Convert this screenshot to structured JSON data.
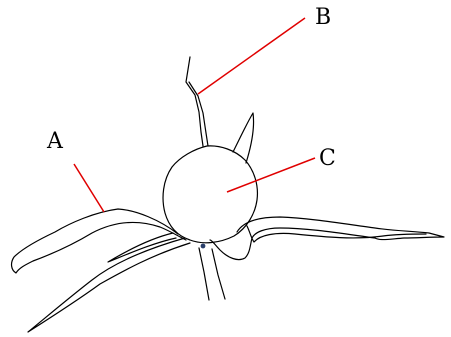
{
  "diagram": {
    "labels": [
      {
        "id": "A",
        "text": "A"
      },
      {
        "id": "B",
        "text": "B"
      },
      {
        "id": "C",
        "text": "C"
      }
    ]
  },
  "colors": {
    "outline": "#000000",
    "leader_line": "#e00000",
    "background": "#ffffff",
    "dot": "#2a3f6a"
  }
}
